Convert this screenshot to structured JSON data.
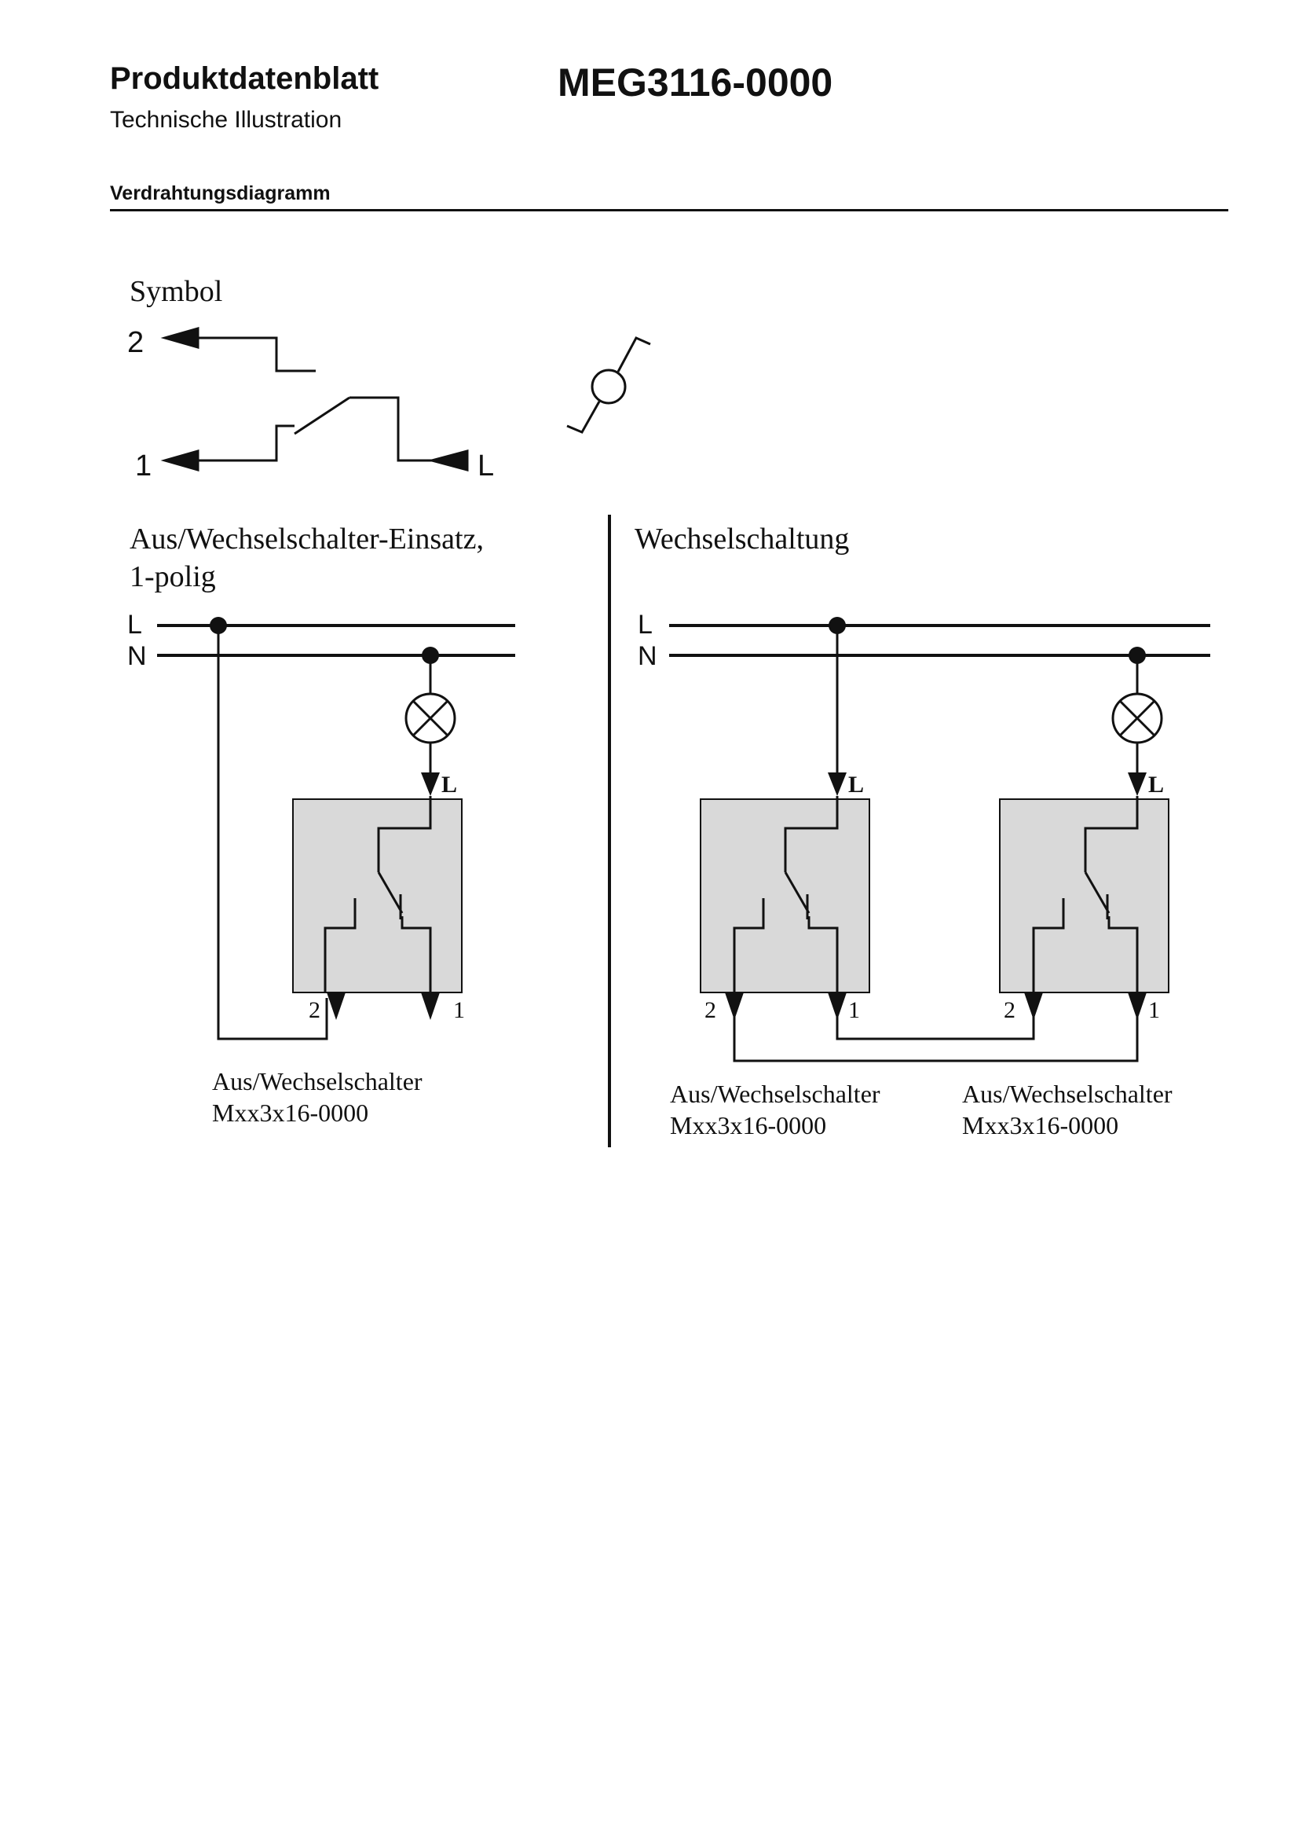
{
  "header": {
    "title": "Produktdatenblatt",
    "product_code": "MEG3116-0000",
    "subtitle": "Technische Illustration",
    "section_title": "Verdrahtungsdiagramm"
  },
  "symbol": {
    "heading": "Symbol",
    "terminal_2": "2",
    "terminal_1": "1",
    "terminal_l": "L"
  },
  "left_diagram": {
    "heading_line1": "Aus/Wechselschalter-Einsatz,",
    "heading_line2": "1-polig",
    "bus_l": "L",
    "bus_n": "N",
    "switch_terminal_l": "L",
    "switch_terminal_2": "2",
    "switch_terminal_1": "1",
    "caption_line1": "Aus/Wechselschalter",
    "caption_line2": "Mxx3x16-0000"
  },
  "right_diagram": {
    "heading": "Wechselschaltung",
    "bus_l": "L",
    "bus_n": "N",
    "switch_a": {
      "terminal_l": "L",
      "terminal_2": "2",
      "terminal_1": "1",
      "caption_line1": "Aus/Wechselschalter",
      "caption_line2": "Mxx3x16-0000"
    },
    "switch_b": {
      "terminal_l": "L",
      "terminal_2": "2",
      "terminal_1": "1",
      "caption_line1": "Aus/Wechselschalter",
      "caption_line2": "Mxx3x16-0000"
    }
  },
  "colors": {
    "ink": "#111111",
    "switch_housing": "#d9d9d9"
  }
}
